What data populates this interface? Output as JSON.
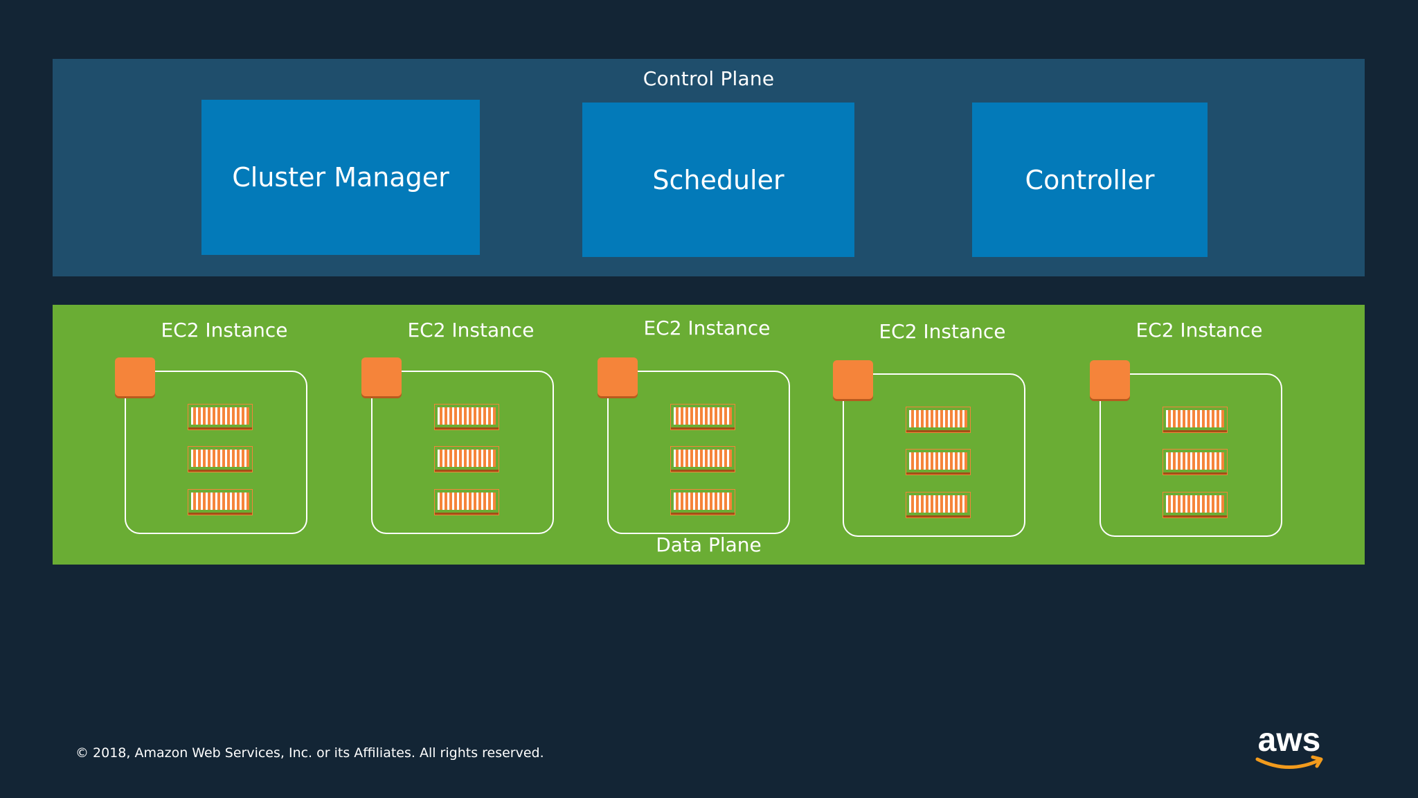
{
  "control_plane": {
    "label": "Control Plane",
    "components": [
      {
        "label": "Cluster Manager"
      },
      {
        "label": "Scheduler"
      },
      {
        "label": "Controller"
      }
    ]
  },
  "data_plane": {
    "label": "Data Plane",
    "instances": [
      {
        "label": "EC2 Instance",
        "containers": 3
      },
      {
        "label": "EC2 Instance",
        "containers": 3
      },
      {
        "label": "EC2 Instance",
        "containers": 3
      },
      {
        "label": "EC2 Instance",
        "containers": 3
      },
      {
        "label": "EC2 Instance",
        "containers": 3
      }
    ]
  },
  "footer": {
    "copyright": "© 2018, Amazon Web Services, Inc. or its Affiliates. All rights reserved.",
    "logo_text": "aws"
  },
  "colors": {
    "background": "#132535",
    "control_plane": "#1f4e6c",
    "component_box": "#037ab9",
    "data_plane": "#6aad34",
    "container": "#f5843a",
    "aws_smile": "#f29b1d"
  }
}
